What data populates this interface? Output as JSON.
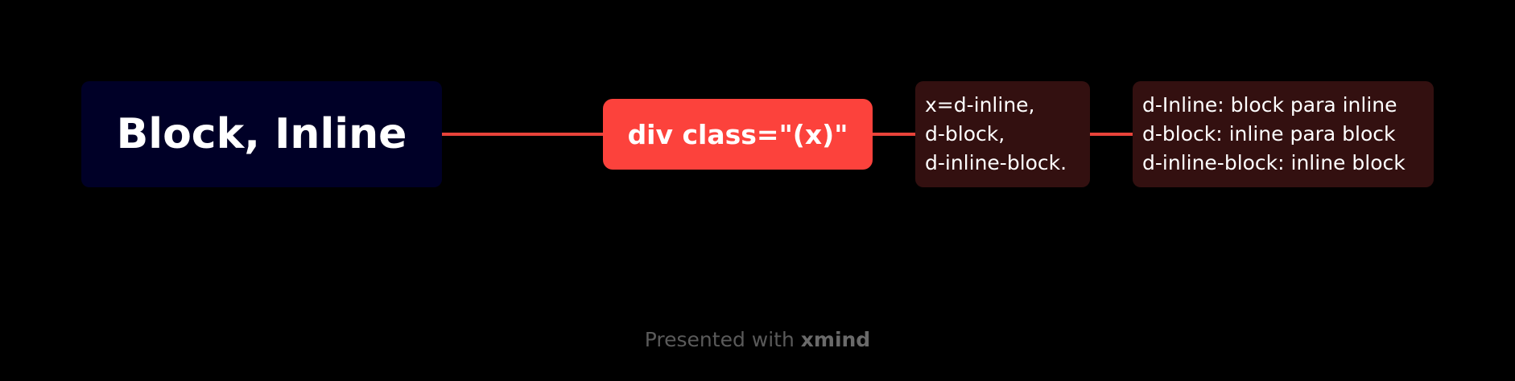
{
  "central_topic": {
    "label": "Block, Inline",
    "color": "#000027"
  },
  "main_topic": {
    "label": "div class=\"(x)\"",
    "color": "#fc423c"
  },
  "sub_topics": [
    {
      "lines": [
        "x=d-inline,",
        "d-block,",
        "d-inline-block."
      ],
      "color": "#331010"
    },
    {
      "lines": [
        "d-Inline: block para inline",
        "d-block: inline para block",
        "d-inline-block: inline block"
      ],
      "color": "#331010"
    }
  ],
  "connector_color": "#e8433a",
  "footer": {
    "prefix": "Presented with ",
    "brand": "xmind"
  }
}
